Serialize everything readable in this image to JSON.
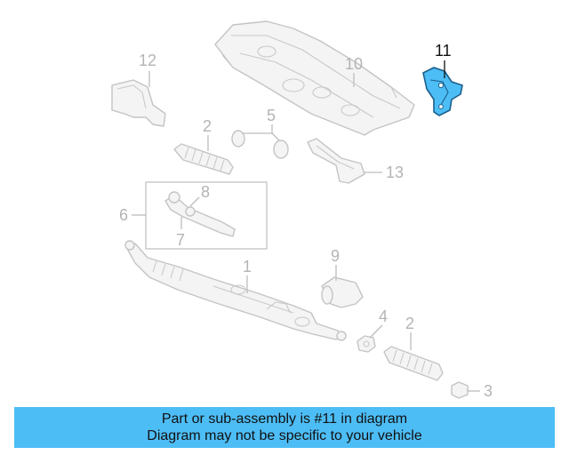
{
  "diagram": {
    "highlight_color": "#4dbdf6",
    "highlighted_callout": "11",
    "callouts": {
      "c1": "1",
      "c2a": "2",
      "c2b": "2",
      "c3": "3",
      "c4": "4",
      "c5": "5",
      "c6": "6",
      "c7": "7",
      "c8": "8",
      "c9": "9",
      "c10": "10",
      "c11": "11",
      "c12": "12",
      "c13": "13"
    }
  },
  "banner": {
    "line1": "Part or sub-assembly is #11 in diagram",
    "line2": "Diagram may not be specific to your vehicle",
    "color": "#4dbdf6"
  }
}
